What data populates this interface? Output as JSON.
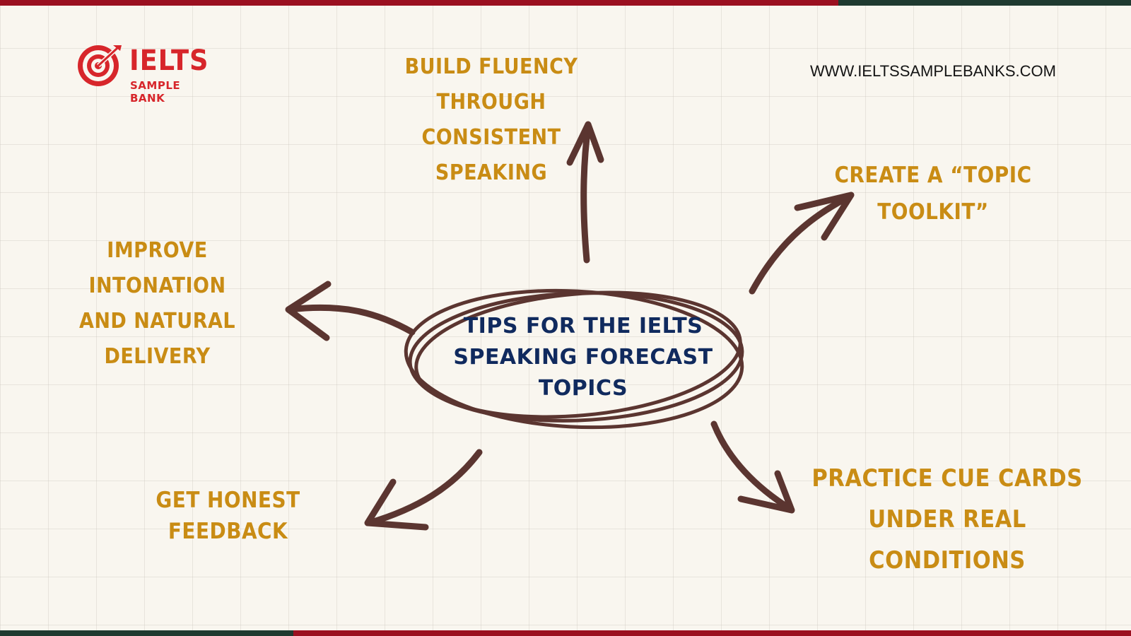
{
  "brand": {
    "logo_word": "IELTS",
    "logo_sub": "SAMPLE BANK",
    "website": "WWW.IELTSSAMPLEBANKS.COM",
    "colors": {
      "red": "#d7262b",
      "dark_red": "#9b1020",
      "green": "#1f3a30"
    }
  },
  "center": {
    "lines": [
      "TIPS FOR THE IELTS",
      "SPEAKING FORECAST",
      "TOPICS"
    ],
    "color": "#102a5e"
  },
  "tips": {
    "fluency": [
      "BUILD FLUENCY THROUGH",
      "CONSISTENT SPEAKING"
    ],
    "toolkit": [
      "CREATE A “TOPIC",
      "TOOLKIT”"
    ],
    "intonation": [
      "IMPROVE INTONATION",
      "AND NATURAL DELIVERY"
    ],
    "feedback": [
      "GET HONEST FEEDBACK"
    ],
    "cue_cards": [
      "PRACTICE CUE CARDS",
      "UNDER REAL CONDITIONS"
    ],
    "color": "#c98c14"
  },
  "arrow_color": "#5b3530"
}
